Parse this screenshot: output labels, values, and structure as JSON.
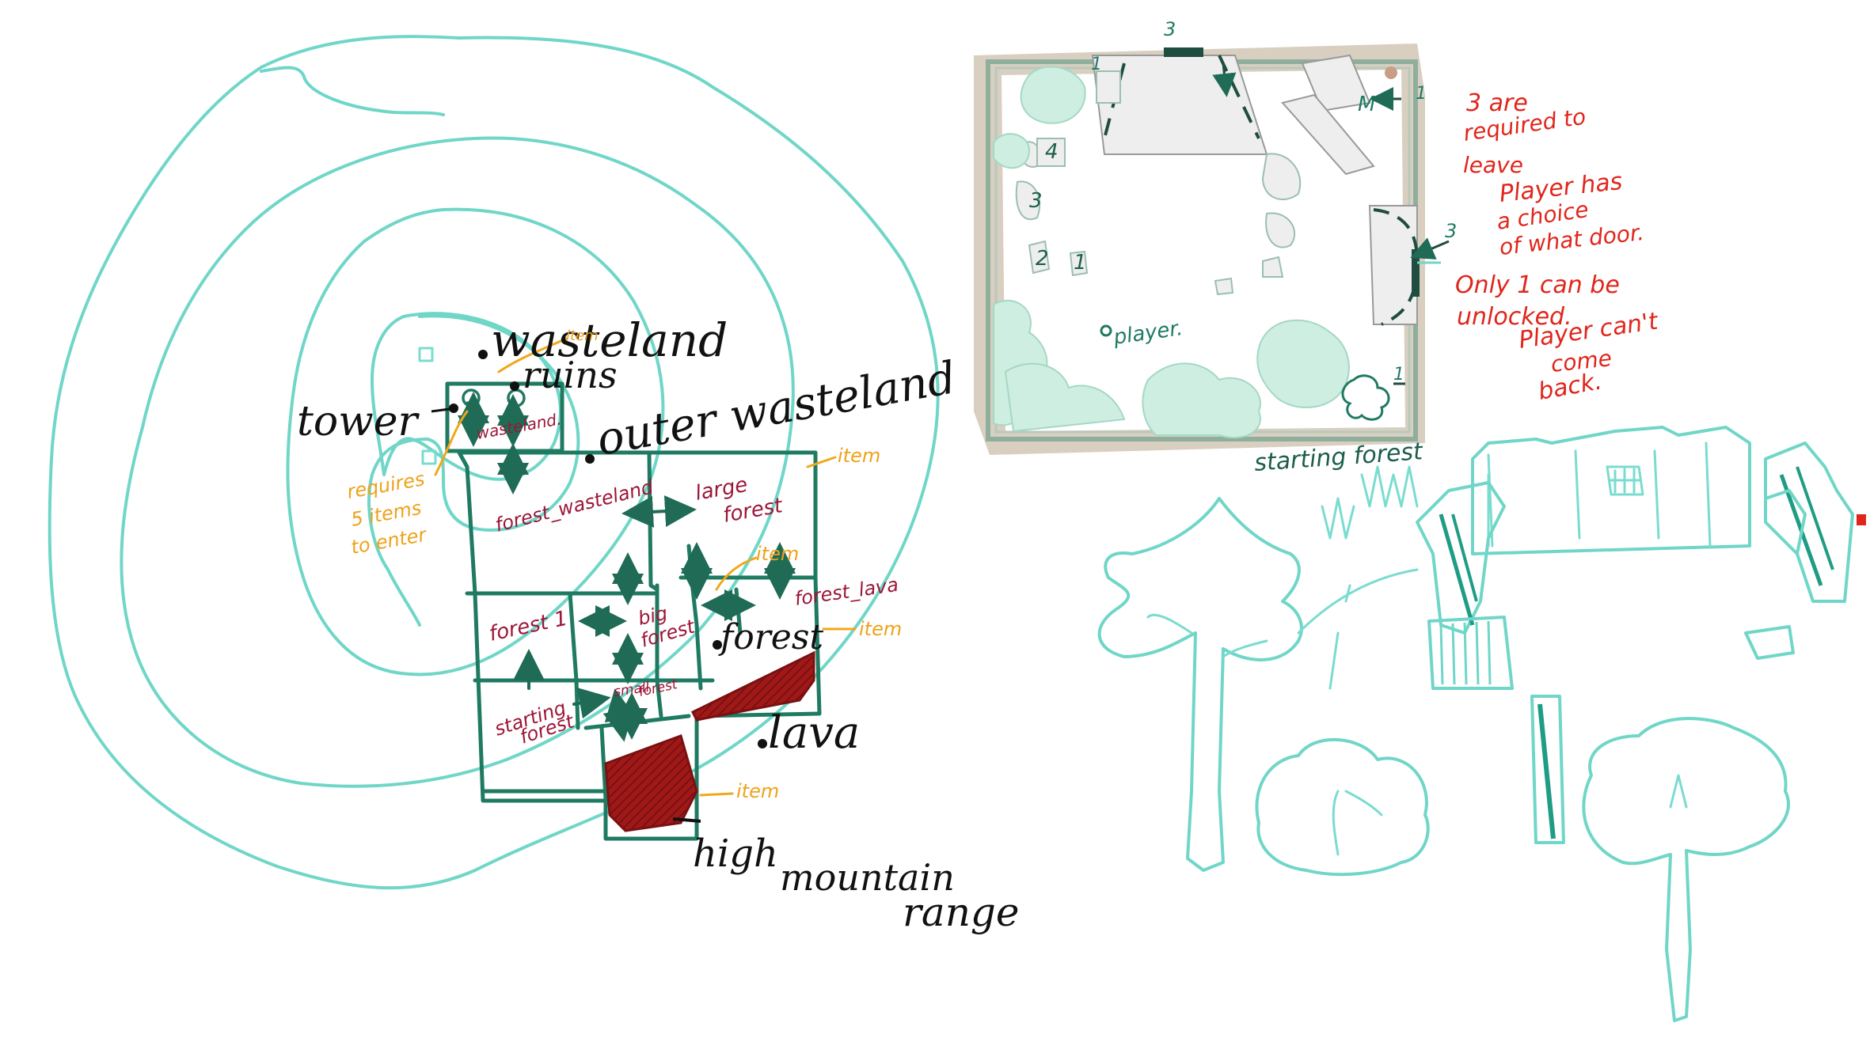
{
  "map": {
    "labels": {
      "wasteland": "wasteland",
      "ruins": "ruins",
      "tower": "tower",
      "outer_wasteland": "outer wasteland",
      "forest": "forest",
      "lava": "lava",
      "high": "high",
      "mountain": "mountain",
      "range": "range"
    },
    "rooms": {
      "wasteland": "wasteland.",
      "forest_wasteland": "forest_wasteland",
      "large_forest_1": "large",
      "large_forest_2": "forest",
      "forest_lava": "forest_lava",
      "forest_1": "forest 1",
      "big_forest_1": "big",
      "big_forest_2": "forest",
      "small_forest_1": "small",
      "small_forest_2": "forest",
      "starting_forest_1": "starting",
      "starting_forest_2": "forest"
    },
    "notes": {
      "item": "item",
      "requires_1": "requires",
      "requires_2": "5 items",
      "requires_3": "to enter"
    }
  },
  "room_plan": {
    "caption": "starting forest",
    "player": "player.",
    "tags": {
      "key_top": "3",
      "key_right": "3",
      "key_tl": "1",
      "key_tr": "1",
      "key_br": "1",
      "m": "M",
      "n1": "1",
      "n2": "2",
      "n3": "3",
      "n4": "4"
    },
    "notes": {
      "line1": "3 are",
      "line2": "required to",
      "line3": "leave",
      "line4": "Player has",
      "line5": "a choice",
      "line6": "of what door.",
      "line7": "Only 1 can be",
      "line8": "unlocked.",
      "line9": "Player can't",
      "line10": "come",
      "line11": "back."
    }
  },
  "colors": {
    "sketch_cyan": "#6fd6c8",
    "room_green": "#1f7a62",
    "room_label": "#9c1638",
    "note_orange": "#eea21a",
    "note_red": "#e0261c",
    "lava": "#a01818",
    "wall_tan": "#d9cfc1",
    "bush": "#cdeee0"
  }
}
